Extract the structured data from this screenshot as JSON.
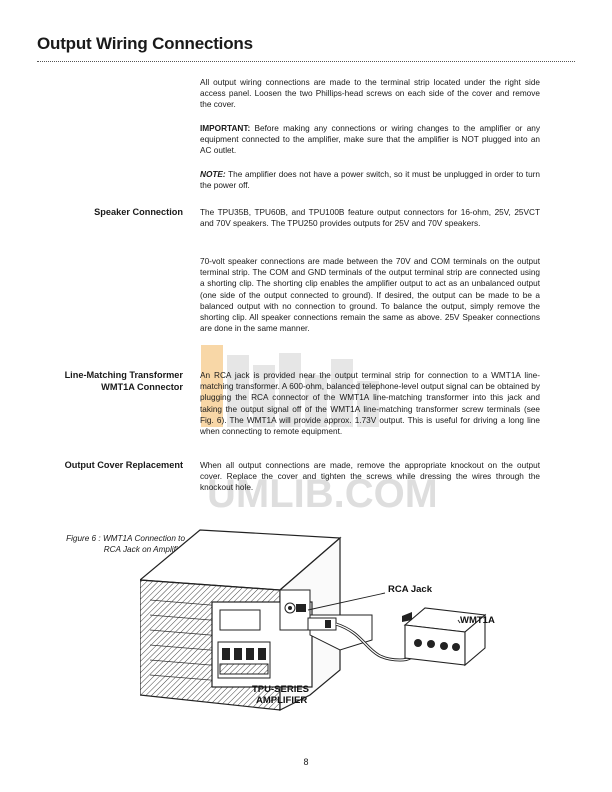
{
  "title": "Output Wiring Connections",
  "intro": {
    "p1": "All output wiring connections are made to the terminal strip located under the right side access panel. Loosen the two Phillips-head screws on each side of the cover and remove the cover.",
    "p2_label": "IMPORTANT:",
    "p2": " Before making any connections or wiring changes to the amplifier or any equipment connected to the amplifier, make sure that the amplifier is NOT plugged into an AC outlet.",
    "p3_label": "NOTE:",
    "p3": " The amplifier does not have a power switch, so it must be unplugged in order to turn the power off."
  },
  "speaker": {
    "heading": "Speaker Connection",
    "p1": "The TPU35B, TPU60B, and TPU100B feature output connectors for 16-ohm, 25V, 25VCT and 70V speakers. The TPU250 provides outputs for 25V and 70V speakers.",
    "p2": "70-volt speaker connections are made between the 70V and COM terminals on the output terminal strip. The COM and GND terminals of the output terminal strip are connected using a shorting clip. The shorting clip enables the amplifier output to act as an unbalanced output (one side of the output connected to ground). If desired, the output can be made to be a balanced output with no connection to ground. To balance the output, simply remove the shorting clip. All speaker connections remain the same as above. 25V Speaker connections are done in the same manner."
  },
  "linematch": {
    "heading_line1": "Line-Matching Transformer",
    "heading_line2": "WMT1A Connector",
    "p1": "An RCA jack is provided near the output terminal strip for connection to a WMT1A line-matching transformer. A 600-ohm, balanced telephone-level output signal can be obtained by plugging the RCA connector of the WMT1A line-matching transformer into this jack and taking the output signal off of the WMT1A line-matching transformer screw terminals (see Fig. 6). The WMT1A will provide approx. 1.73V output. This is useful for driving a long line when connecting to remote equipment."
  },
  "cover": {
    "heading": "Output Cover Replacement",
    "p1": "When all output connections are made, remove the appropriate knockout on the output cover. Replace the cover and tighten the screws while dressing the wires through the knockout hole."
  },
  "figure": {
    "caption_line1": "Figure 6 : WMT1A Connection to",
    "caption_line2": "RCA Jack on Amplifier",
    "label_rca": "RCA Jack",
    "label_wmt": "WMT1A",
    "label_amp_line1": "TPU-SERIES",
    "label_amp_line2": "AMPLIFIER"
  },
  "watermark": {
    "text": "UMLIB.COM",
    "color": "#d9d9d9",
    "accent": "#f6c98a"
  },
  "page_number": "8"
}
